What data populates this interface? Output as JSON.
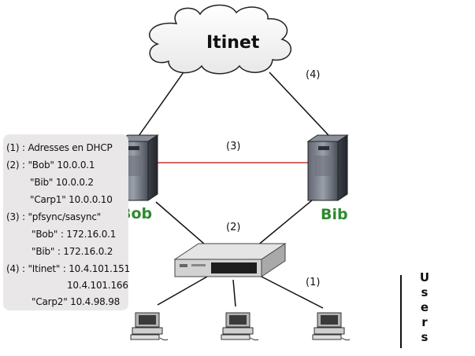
{
  "cloud": {
    "label": "Itinet"
  },
  "servers": [
    {
      "name": "Bob",
      "color": "#2e8b2e"
    },
    {
      "name": "Bib",
      "color": "#2e8b2e"
    }
  ],
  "link_labels": {
    "internet": "(4)",
    "sync": "(3)",
    "lan": "(2)",
    "users": "(1)"
  },
  "notes": [
    "(1) : Adresses en DHCP",
    "(2) : \"Bob\" 10.0.0.1",
    "\"Bib\" 10.0.0.2",
    "\"Carp1\" 10.0.0.10",
    "(3) : \"pfsync/sasync\"",
    "\"Bob\" : 172.16.0.1",
    "\"Bib\" : 172.16.0.2",
    "(4) : \"Itinet\" : 10.4.101.151",
    "10.4.101.166",
    "\"Carp2\" 10.4.98.98"
  ],
  "users_letters": [
    "U",
    "s",
    "e",
    "r",
    "s"
  ],
  "colors": {
    "sync_link": "#c0392b",
    "note_bg": "#e9e7e7",
    "server_label": "#2e8b2e"
  }
}
